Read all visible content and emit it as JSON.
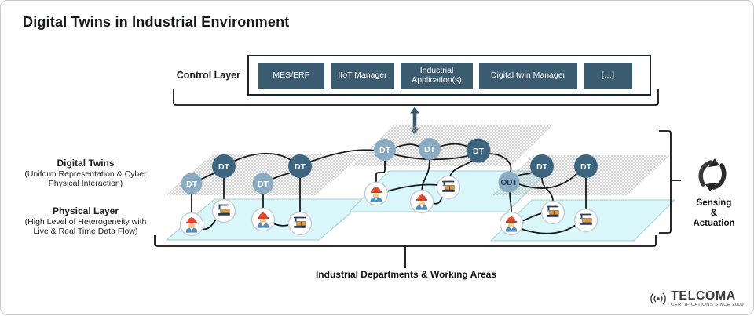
{
  "title": "Digital Twins in Industrial Environment",
  "control_layer": {
    "label": "Control Layer",
    "boxes": [
      {
        "label": "MES/ERP"
      },
      {
        "label": "IIoT Manager"
      },
      {
        "label": "Industrial Application(s)"
      },
      {
        "label": "Digital twin Manager"
      },
      {
        "label": "[…]"
      }
    ]
  },
  "left_labels": {
    "digital_twins_title": "Digital Twins",
    "digital_twins_sub_line1": "(Uniform Representation & Cyber",
    "digital_twins_sub_line2": "Physical Interaction)",
    "physical_title": "Physical Layer",
    "physical_sub_line1": "(High Level of Heterogeneity with",
    "physical_sub_line2": "Live & Real Time Data Flow)"
  },
  "diagram": {
    "dt_label": "DT",
    "odt_label": "ODT",
    "bottom_label": "Industrial Departments & Working Areas",
    "sensing_lines": [
      "Sensing",
      "&",
      "Actuation"
    ]
  },
  "logo": {
    "name": "TELCOMA",
    "tagline": "CERTIFICATIONS SINCE 2009"
  },
  "colors": {
    "button_dark": "#3a5b70",
    "node_light": "#8babc2",
    "node_dark": "#3d6580",
    "odt_text": "#24445c",
    "physical_fill": "#d9f6fa",
    "physical_edge": "#a7ccd2",
    "hatch_line": "#b4b4b4",
    "connector": "#1a1a1a",
    "arrow": "#35586d"
  }
}
